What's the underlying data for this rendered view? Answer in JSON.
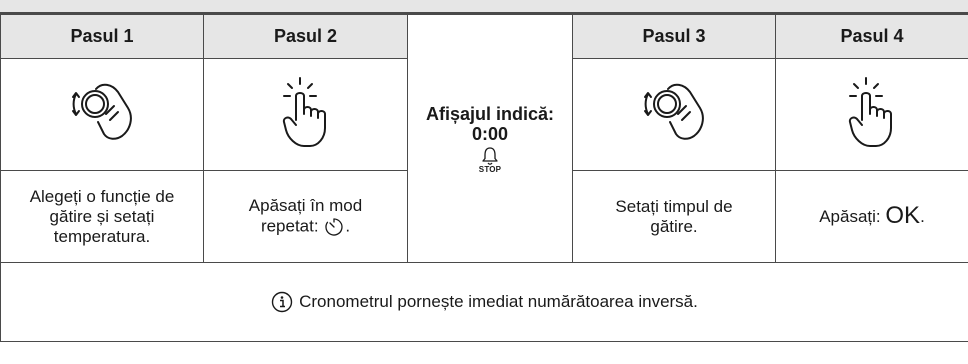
{
  "steps": [
    {
      "header": "Pasul 1",
      "icon": "rotate-knob-icon",
      "description": "Alegeți o funcție de gătire și setați temperatura."
    },
    {
      "header": "Pasul 2",
      "icon": "tap-finger-icon",
      "description_prefix": "Apăsați în mod repetat:",
      "description_icon": "timer-icon",
      "description_suffix": "."
    },
    {
      "header": "Pasul 3",
      "icon": "rotate-knob-icon",
      "description": "Setați timpul de gătire."
    },
    {
      "header": "Pasul 4",
      "icon": "tap-finger-icon",
      "description_prefix": "Apăsați:",
      "description_key": "OK",
      "description_suffix": "."
    }
  ],
  "middle": {
    "label": "Afișajul indică:",
    "value": "0:00",
    "icon": "bell-stop-icon",
    "icon_text": "STOP"
  },
  "note": {
    "icon": "info-icon",
    "text": "Cronometrul pornește imediat numărătoarea inversă."
  },
  "colors": {
    "header_bg": "#e6e6e6",
    "border": "#4a4a4a"
  }
}
